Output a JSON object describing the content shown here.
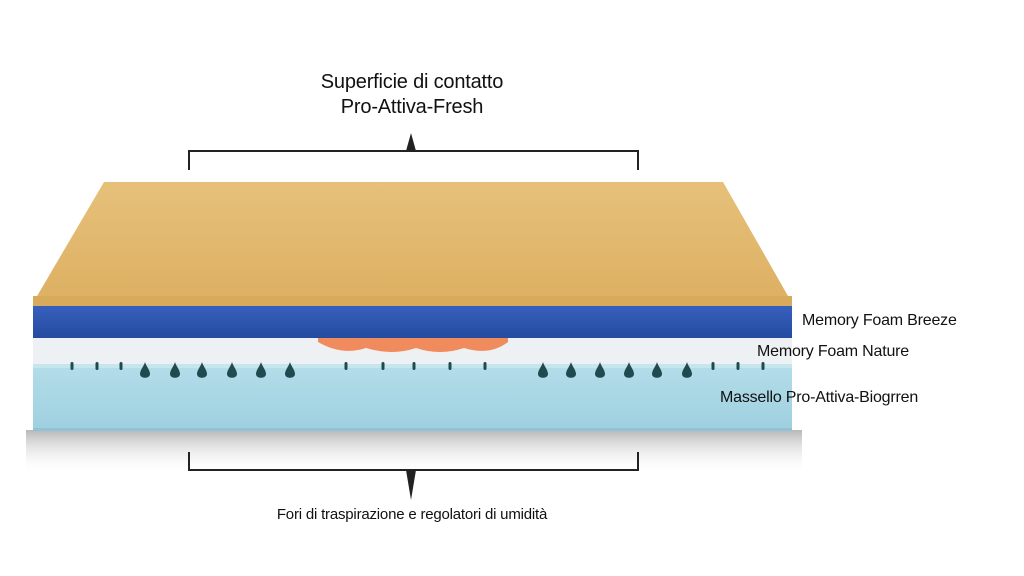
{
  "top_callout": {
    "line1": "Superficie di contatto",
    "line2": "Pro-Attiva-Fresh"
  },
  "layers": {
    "breeze": "Memory Foam Breeze",
    "nature": "Memory Foam Nature",
    "massello": "Massello Pro-Attiva-Biogrren"
  },
  "bottom_callout": {
    "text": "Fori di traspirazione e regolatori di umidità"
  },
  "colors": {
    "top_surface": "#e1b76b",
    "breeze_layer": "#2e56b0",
    "nature_layer": "#eef1f4",
    "massello_layer": "#a9d8e7",
    "accent_orange": "#f08b5e",
    "hole": "#1f4a50",
    "bracket": "#222222"
  }
}
